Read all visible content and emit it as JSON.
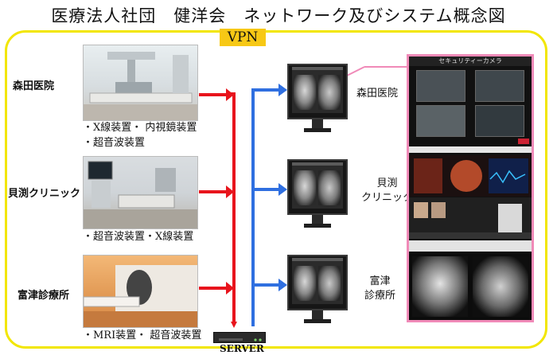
{
  "title": "医療法人社団　健洋会　ネットワーク及びシステム概念図",
  "vpn_label": "VPN",
  "sites_left": [
    {
      "name": "森田医院",
      "equipment": [
        "・X線装置・ 内視鏡装置",
        "・超音波装置"
      ]
    },
    {
      "name": "貝渕クリニック",
      "equipment": [
        "・超音波装置・X線装置"
      ]
    },
    {
      "name": "富津診療所",
      "equipment": [
        "・MRI装置・ 超音波装置"
      ]
    }
  ],
  "sites_right": [
    "森田医院",
    "貝渕\nクリニック",
    "富津\n診療所"
  ],
  "server_label": "SERVER",
  "security_panel": {
    "title": "セキュリティーカメラ"
  },
  "colors": {
    "vpn_frame": "#f2e600",
    "vpn_label_bg": "#f7c815",
    "arrow_red": "#e8141c",
    "arrow_blue": "#2f6fe0",
    "panel_border": "#f08ab8"
  }
}
